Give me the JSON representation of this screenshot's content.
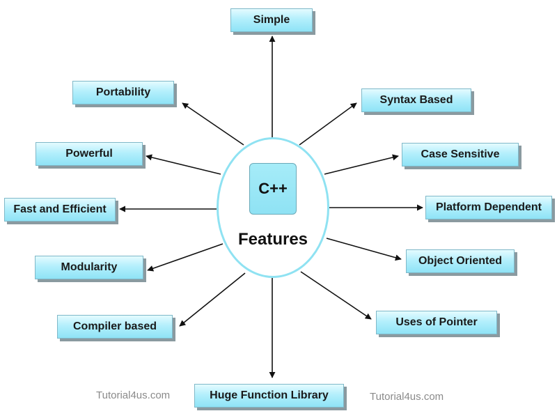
{
  "center": {
    "box_label": "C++",
    "title": "Features"
  },
  "features": [
    "Simple",
    "Syntax Based",
    "Case Sensitive",
    "Platform Dependent",
    "Object Oriented",
    "Uses of Pointer",
    "Huge Function Library",
    "Compiler based",
    "Modularity",
    "Fast and Efficient",
    "Powerful",
    "Portability"
  ],
  "watermarks": [
    "Tutorial4us.com",
    "Tutorial4us.com"
  ],
  "colors": {
    "node_fill": "#b3effc",
    "circle_border": "#8fe2f2",
    "arrow": "#111111"
  }
}
